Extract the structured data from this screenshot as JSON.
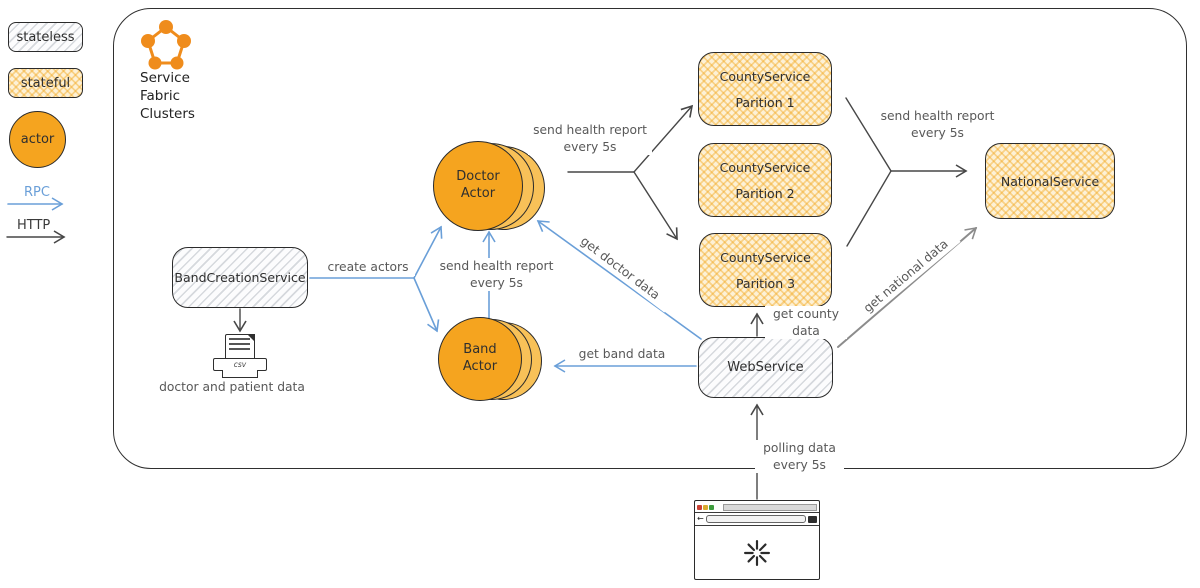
{
  "legend": {
    "stateless": "stateless",
    "stateful": "stateful",
    "actor": "actor",
    "rpc": "RPC",
    "http": "HTTP"
  },
  "cluster": {
    "title": "Service\nFabric\nClusters"
  },
  "nodes": {
    "band_creation": {
      "label": "BandCreationService"
    },
    "doctor_actor": {
      "label": "Doctor\nActor"
    },
    "band_actor": {
      "label": "Band\nActor"
    },
    "counties": [
      {
        "name": "CountyService",
        "partition": "Parition 1"
      },
      {
        "name": "CountyService",
        "partition": "Parition 2"
      },
      {
        "name": "CountyService",
        "partition": "Parition 3"
      }
    ],
    "national": {
      "label": "NationalService"
    },
    "web": {
      "label": "WebService"
    }
  },
  "edges": {
    "create_actors": "create actors",
    "actor_report": "send health report\nevery 5s",
    "doctor_report": "send health report\nevery 5s",
    "county_report": "send health report\nevery 5s",
    "get_doctor": "get doctor data",
    "get_band": "get band data",
    "get_county": "get county\ndata",
    "get_national": "get national data",
    "polling": "polling data\nevery 5s"
  },
  "csv": {
    "tag": "csv",
    "caption": "doctor and patient data"
  },
  "colors": {
    "orange": "#f5a41f",
    "orange-light": "#f8c158",
    "blue": "#6a9fd8",
    "gray": "#8c8c8c",
    "dark": "#474747"
  }
}
